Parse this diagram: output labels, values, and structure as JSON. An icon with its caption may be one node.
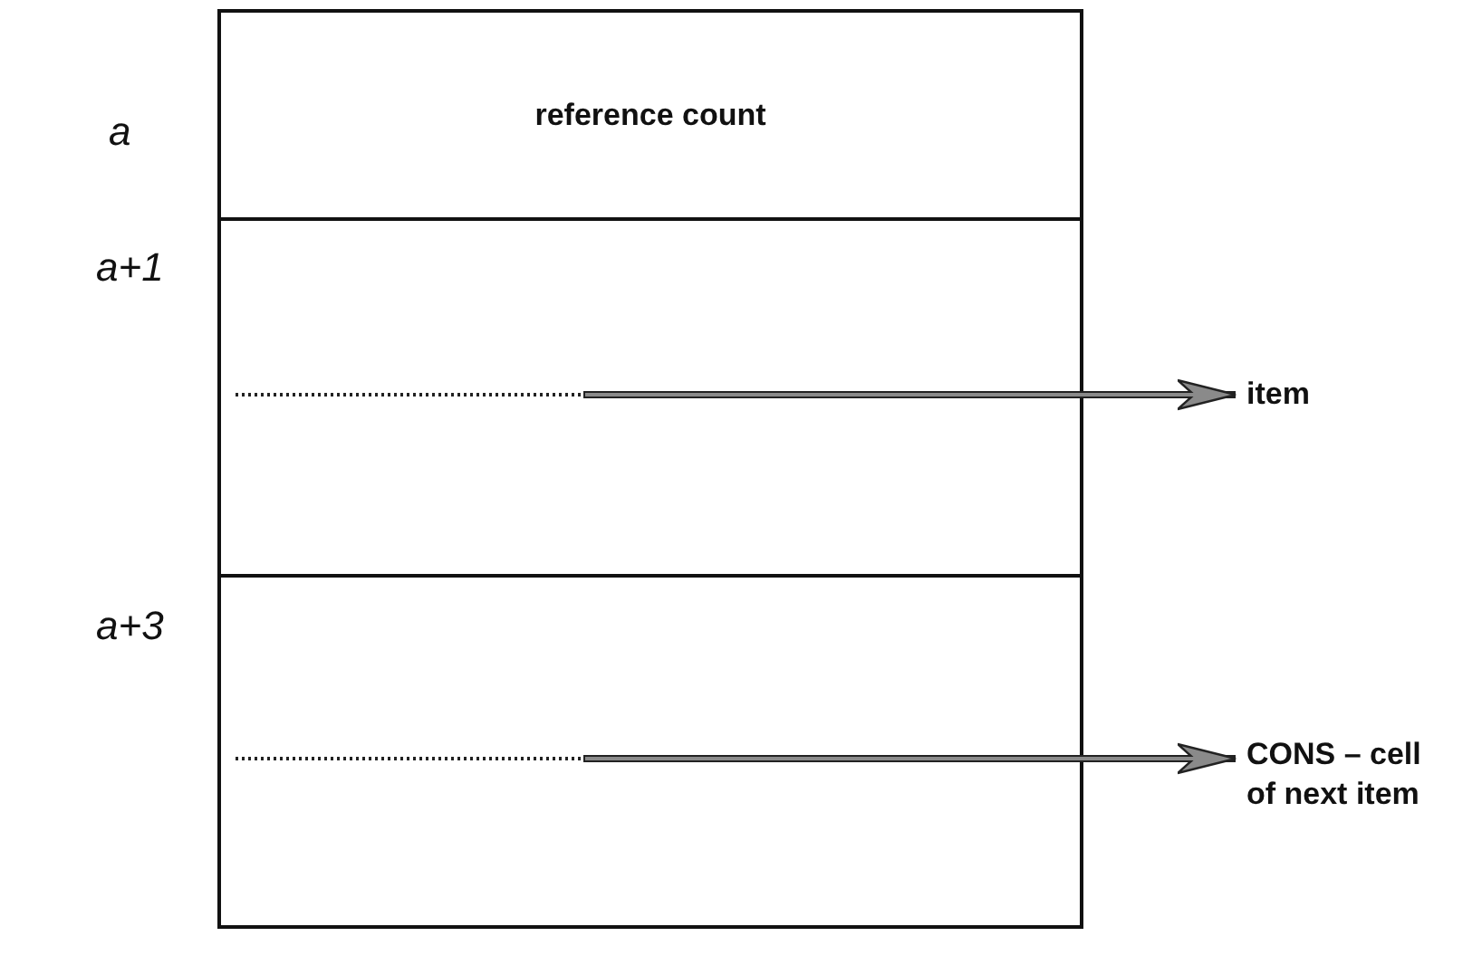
{
  "diagram": {
    "nodes": [
      {
        "text": [],
        "shape": "box"
      },
      {
        "text": [
          "reference count"
        ],
        "in": 0
      },
      {
        "text": [],
        "shape": "box",
        "in": 0
      },
      {
        "text": [],
        "shape": "box",
        "in": 0
      },
      {
        "text": [
          "item"
        ]
      },
      {
        "text": [
          "CONS – cell of next item"
        ]
      }
    ],
    "edges": [
      {
        "from": 2,
        "to": 4,
        "arrow": "to"
      },
      {
        "from": 3,
        "to": 5,
        "arrow": "to"
      }
    ],
    "labels": [
      "a",
      "a+1",
      "a+3"
    ]
  }
}
